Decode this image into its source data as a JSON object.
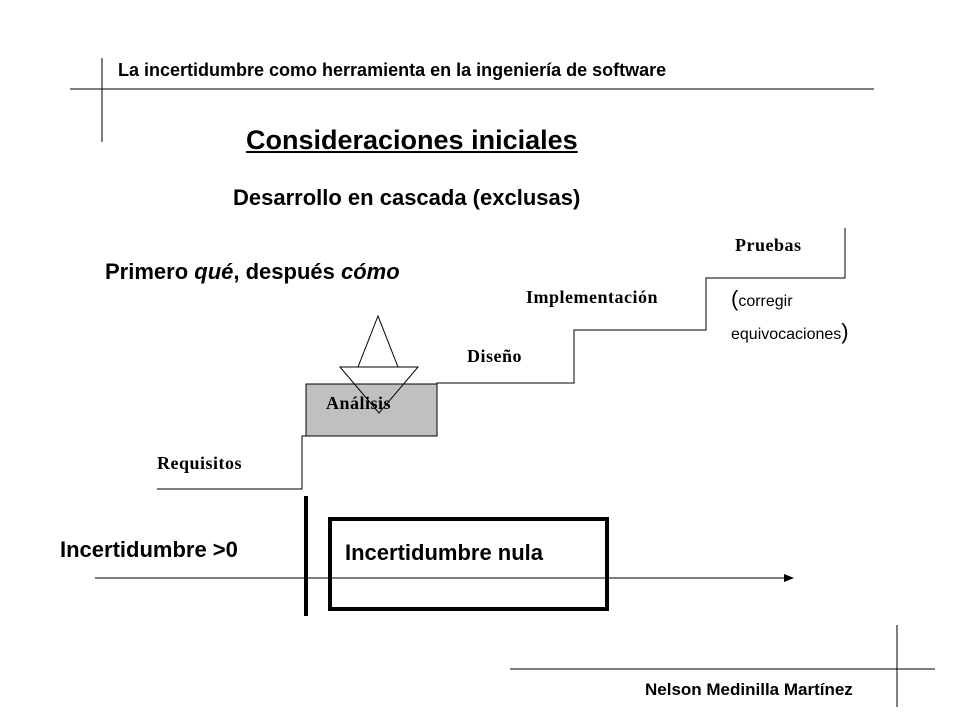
{
  "header": {
    "title": "La incertidumbre como herramienta en la ingeniería de software"
  },
  "slide": {
    "title": "Consideraciones iniciales",
    "subtitle": "Desarrollo en cascada (exclusas)",
    "motto": {
      "part1": "Primero ",
      "what": "qué",
      "part2": ", después ",
      "how": "cómo"
    }
  },
  "stages": {
    "requisitos": "Requisitos",
    "analisis": "Análisis",
    "diseno": "Diseño",
    "implementacion": "Implementación",
    "pruebas": "Pruebas"
  },
  "note": {
    "open": "(",
    "text1": "corregir",
    "text2": "equivocaciones",
    "close": ")"
  },
  "uncertainty": {
    "left": "Incertidumbre >0",
    "right": "Incertidumbre nula"
  },
  "footer": {
    "author": "Nelson Medinilla Martínez"
  },
  "colors": {
    "analysis_fill": "#c0c0c0",
    "line": "#000000"
  }
}
